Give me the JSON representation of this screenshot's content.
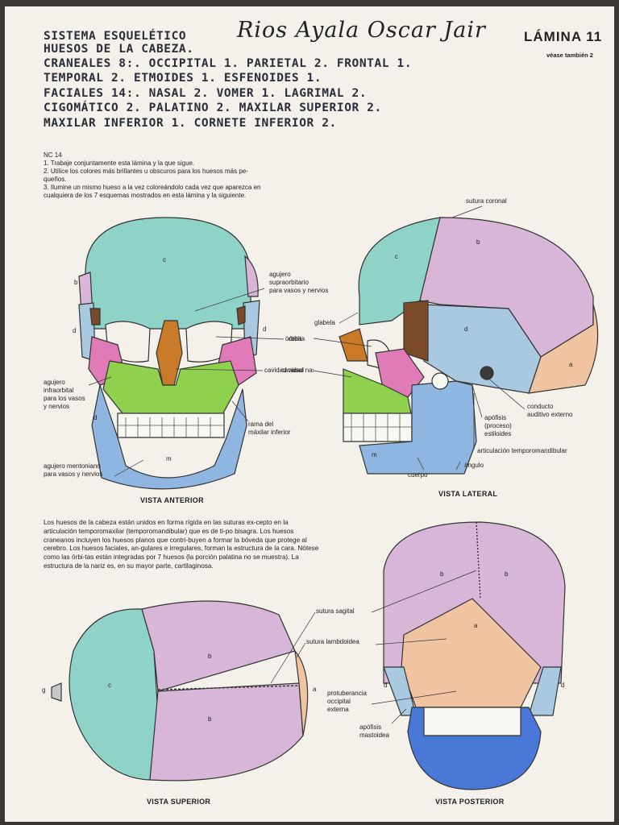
{
  "header": {
    "handwritten_lines": [
      "SISTEMA ESQUELÉTICO",
      "HUESOS DE LA CABEZA.",
      "CRANEALES 8:. OCCIPITAL 1. PARIETAL 2. FRONTAL 1.",
      "TEMPORAL 2. ETMOIDES 1. ESFENOIDES 1.",
      "FACIALES 14:. NASAL 2. VOMER 1. LAGRIMAL 2.",
      "CIGOMÁTICO 2. PALATINO 2. MAXILAR SUPERIOR 2.",
      "MAXILAR INFERIOR 1. CORNETE INFERIOR 2."
    ],
    "student_name": "Rios Ayala Oscar Jair",
    "plate_title": "LÁMINA 11",
    "see_also": "véase también 2"
  },
  "instructions": {
    "code": "NC 14",
    "items": [
      "1. Trabaje conjuntamente esta lámina y la que sigue.",
      "2. Utilice los colores más brillantes u obscuros para los huesos más pe-",
      "queños.",
      "3. Ilumine un mismo hueso a la vez coloreándolo cada vez que aparezca en",
      "cualquiera de los 7 esquemas mostrados en esta lámina y la siguiente."
    ]
  },
  "anterior_view": {
    "title": "VISTA ANTERIOR",
    "labels": {
      "supraorbital": [
        "agujero",
        "supraorbitario",
        "para vasos y nervios"
      ],
      "orbit": "órbita",
      "nasal_cavity": "cavidad nasal",
      "infraorbital": [
        "agujero",
        "infraorbital",
        "para los vasos",
        "y nervios"
      ],
      "mandible_ramus": [
        "rama del",
        "máxilar inferior"
      ],
      "mental_foramen": [
        "agujero mentoniano",
        "para vasos y nervios"
      ]
    },
    "letters": [
      "c",
      "b",
      "d",
      "d",
      "d",
      "m"
    ]
  },
  "lateral_view": {
    "title": "VISTA LATERAL",
    "labels": {
      "coronal_suture": "sutura coronal",
      "glabella": "glabela",
      "orbit": "órbita",
      "nasal_cavity": "cavidad nasal",
      "external_meatus": [
        "conducto",
        "auditivo externo"
      ],
      "styloid": [
        "apófisis",
        "(proceso)",
        "estiloides"
      ],
      "tmj": "articulación temporomandibular",
      "angle": "ángulo",
      "body": "cuerpo"
    },
    "letters": [
      "c",
      "b",
      "d",
      "a",
      "m"
    ]
  },
  "description": "Los huesos de la cabeza están unidos en forma rígida en las suturas ex-cepto en la articulación temporomaxilar (temporomandibular) que es de ti-po bisagra. Los huesos craneanos incluyen los huesos planos que contri-buyen a formar la bóveda que protege al cerebro. Los huesos faciales, an-gulares e irregulares, forman la estructura de la cara. Nótese como las órbi-tas están integradas por 7 huesos (la porción palatina no se muestra). La estructura de la nariz es, en su mayor parte, cartilaginosa.",
  "superior_view": {
    "title": "VISTA SUPERIOR",
    "labels": {
      "sagittal": "sutura sagital",
      "lambdoid": "sutura lambdoidea"
    },
    "letters": [
      "g",
      "c",
      "b",
      "b",
      "a"
    ]
  },
  "posterior_view": {
    "title": "VISTA POSTERIOR",
    "labels": {
      "occipital_protuberance": [
        "protuberancia",
        "occipital",
        "externa"
      ],
      "mastoid": [
        "apófisis",
        "mastoidea"
      ]
    },
    "letters": [
      "b",
      "b",
      "a",
      "d",
      "d"
    ]
  },
  "colors": {
    "frontal": "#8fd3c8",
    "parietal": "#d8b6d8",
    "temporal": "#a9c9e0",
    "occipital": "#f0c4a0",
    "zygomatic": "#e07bb8",
    "maxilla": "#8fd14f",
    "mandible": "#8fb6e0",
    "sphenoid": "#7a4a2a",
    "nasal": "#c87a28",
    "posterior_mandible": "#4a78d6"
  }
}
